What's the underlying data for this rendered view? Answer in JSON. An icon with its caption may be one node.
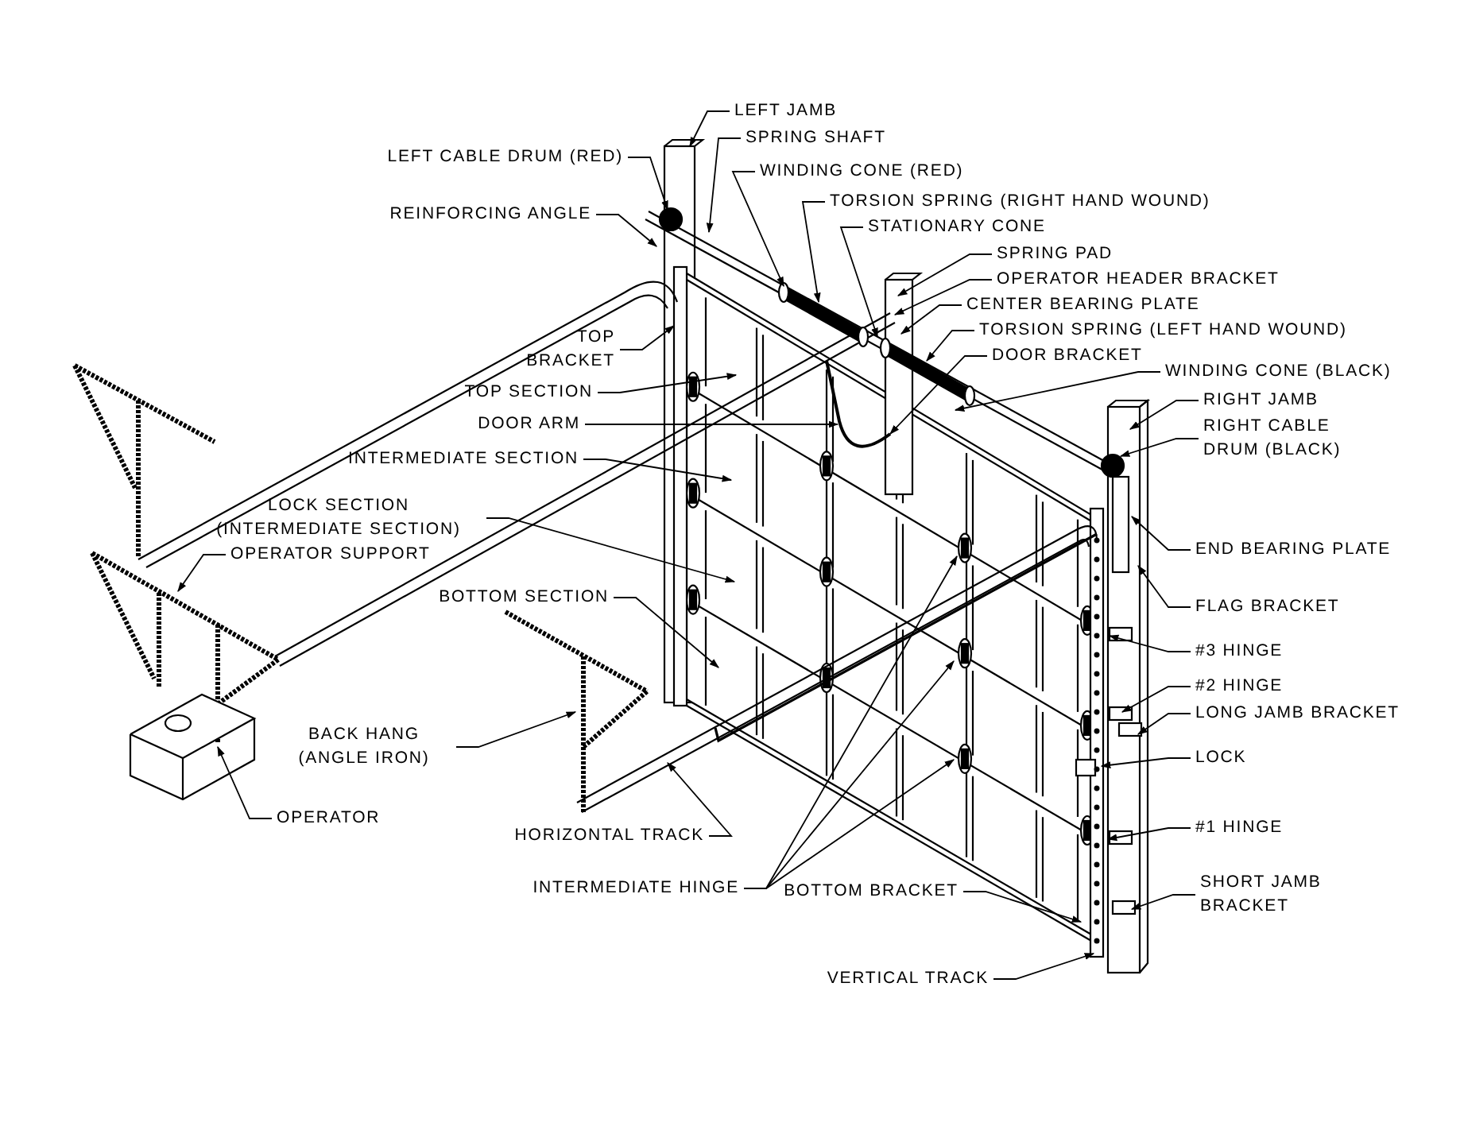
{
  "diagram": {
    "nodes": [
      {
        "text": [
          "LEFT JAMB"
        ]
      },
      {
        "text": [
          "SPRING SHAFT"
        ]
      },
      {
        "text": [
          "LEFT CABLE DRUM (RED)"
        ]
      },
      {
        "text": [
          "WINDING CONE (RED)"
        ]
      },
      {
        "text": [
          "TORSION SPRING (RIGHT HAND WOUND)"
        ]
      },
      {
        "text": [
          "REINFORCING ANGLE"
        ]
      },
      {
        "text": [
          "STATIONARY CONE"
        ]
      },
      {
        "text": [
          "SPRING PAD"
        ]
      },
      {
        "text": [
          "OPERATOR HEADER BRACKET"
        ]
      },
      {
        "text": [
          "CENTER BEARING PLATE"
        ]
      },
      {
        "text": [
          "TORSION SPRING (LEFT HAND WOUND)"
        ]
      },
      {
        "text": [
          "TOP BRACKET"
        ]
      },
      {
        "text": [
          "DOOR BRACKET"
        ]
      },
      {
        "text": [
          "WINDING CONE (BLACK)"
        ]
      },
      {
        "text": [
          "TOP SECTION"
        ]
      },
      {
        "text": [
          "RIGHT JAMB"
        ]
      },
      {
        "text": [
          "DOOR ARM"
        ]
      },
      {
        "text": [
          "RIGHT CABLE DRUM (BLACK)"
        ]
      },
      {
        "text": [
          "INTERMEDIATE SECTION"
        ]
      },
      {
        "text": [
          "LOCK SECTION (INTERMEDIATE SECTION)"
        ]
      },
      {
        "text": [
          "END BEARING PLATE"
        ]
      },
      {
        "text": [
          "OPERATOR SUPPORT"
        ]
      },
      {
        "text": [
          "BOTTOM SECTION"
        ]
      },
      {
        "text": [
          "FLAG BRACKET"
        ]
      },
      {
        "text": [
          "#3 HINGE"
        ]
      },
      {
        "text": [
          "#2 HINGE"
        ]
      },
      {
        "text": [
          "LONG JAMB BRACKET"
        ]
      },
      {
        "text": [
          "BACK HANG (ANGLE IRON)"
        ]
      },
      {
        "text": [
          "LOCK"
        ]
      },
      {
        "text": [
          "OPERATOR"
        ]
      },
      {
        "text": [
          "#1 HINGE"
        ]
      },
      {
        "text": [
          "HORIZONTAL TRACK"
        ]
      },
      {
        "text": [
          "SHORT JAMB BRACKET"
        ]
      },
      {
        "text": [
          "INTERMEDIATE HINGE"
        ]
      },
      {
        "text": [
          "BOTTOM BRACKET"
        ]
      },
      {
        "text": [
          "VERTICAL TRACK"
        ]
      }
    ],
    "edges": [
      {
        "from": 0,
        "to": null,
        "arrow": "to"
      },
      {
        "from": 1,
        "to": null,
        "arrow": "to"
      },
      {
        "from": 2,
        "to": null,
        "arrow": "to"
      },
      {
        "from": 3,
        "to": null,
        "arrow": "to"
      },
      {
        "from": 4,
        "to": null,
        "arrow": "to"
      },
      {
        "from": 5,
        "to": null,
        "arrow": "to"
      },
      {
        "from": 6,
        "to": null,
        "arrow": "to"
      },
      {
        "from": 7,
        "to": null,
        "arrow": "to"
      },
      {
        "from": 8,
        "to": null,
        "arrow": "to"
      },
      {
        "from": 9,
        "to": null,
        "arrow": "to"
      },
      {
        "from": 10,
        "to": null,
        "arrow": "to"
      },
      {
        "from": 11,
        "to": null,
        "arrow": "to"
      },
      {
        "from": 12,
        "to": null,
        "arrow": "to"
      },
      {
        "from": 13,
        "to": null,
        "arrow": "to"
      },
      {
        "from": 14,
        "to": null,
        "arrow": "to"
      },
      {
        "from": 15,
        "to": null,
        "arrow": "to"
      },
      {
        "from": 16,
        "to": null,
        "arrow": "to"
      },
      {
        "from": 17,
        "to": null,
        "arrow": "to"
      },
      {
        "from": 18,
        "to": null,
        "arrow": "to"
      },
      {
        "from": 19,
        "to": null,
        "arrow": "to"
      },
      {
        "from": 20,
        "to": null,
        "arrow": "to"
      },
      {
        "from": 21,
        "to": null,
        "arrow": "to"
      },
      {
        "from": 22,
        "to": null,
        "arrow": "to"
      },
      {
        "from": 23,
        "to": null,
        "arrow": "to"
      },
      {
        "from": 24,
        "to": null,
        "arrow": "to"
      },
      {
        "from": 25,
        "to": null,
        "arrow": "to"
      },
      {
        "from": 26,
        "to": null,
        "arrow": "to"
      },
      {
        "from": 27,
        "to": null,
        "arrow": "to"
      },
      {
        "from": 28,
        "to": null,
        "arrow": "to"
      },
      {
        "from": 29,
        "to": null,
        "arrow": "to"
      },
      {
        "from": 30,
        "to": null,
        "arrow": "to"
      },
      {
        "from": 31,
        "to": null,
        "arrow": "to"
      },
      {
        "from": 32,
        "to": null,
        "arrow": "to"
      },
      {
        "from": 33,
        "to": null,
        "arrow": "to"
      },
      {
        "from": 33,
        "to": null,
        "arrow": "to"
      },
      {
        "from": 33,
        "to": null,
        "arrow": "to"
      },
      {
        "from": 34,
        "to": null,
        "arrow": "to"
      },
      {
        "from": 35,
        "to": null,
        "arrow": "to"
      }
    ]
  }
}
